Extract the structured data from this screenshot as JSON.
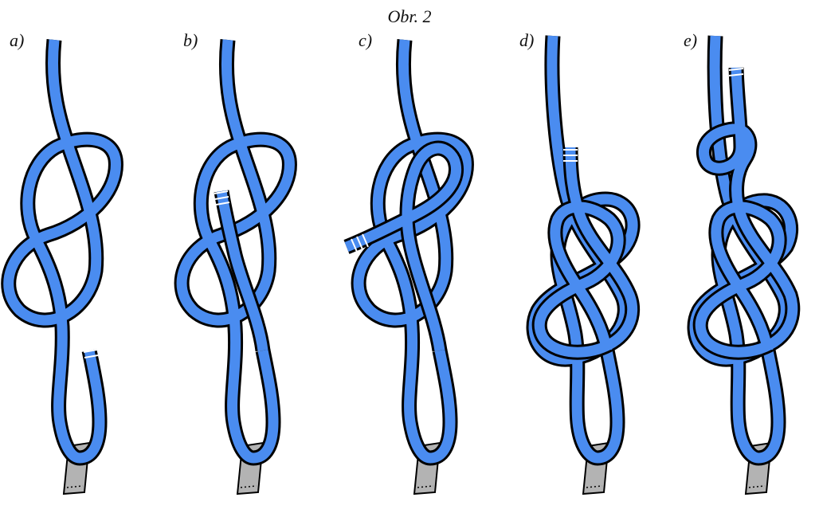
{
  "figure": {
    "caption": "Obr. 2",
    "panels": [
      {
        "label": "a)"
      },
      {
        "label": "b)"
      },
      {
        "label": "c)"
      },
      {
        "label": "d)"
      },
      {
        "label": "e)"
      }
    ]
  },
  "colors": {
    "rope_fill": "#4a8cf0",
    "rope_outline": "#000000",
    "harness": "#b3b3b3",
    "background": "#ffffff"
  }
}
